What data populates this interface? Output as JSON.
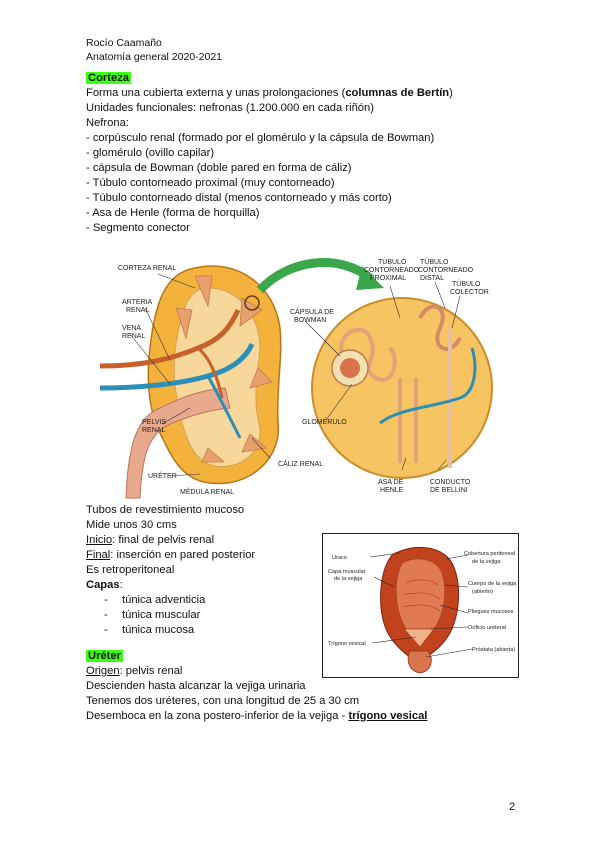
{
  "header": {
    "author": "Rocío Caamaño",
    "course": "Anatomía general 2020-2021"
  },
  "corteza": {
    "heading": "Corteza",
    "line1_a": "Forma una cubierta externa y unas prolongaciones (",
    "line1_b": "columnas de Bertín",
    "line1_c": ")",
    "line2": "Unidades funcionales: nefronas (1.200.000 en cada riñón)",
    "line3": "Nefrona:",
    "items": [
      "- corpúsculo renal (formado por el glomérulo y la cápsula de Bowman)",
      "- glomérulo (ovillo capilar)",
      "- cápsula de Bowman (doble pared en forma de cáliz)",
      "- Túbulo contorneado proximal (muy contorneado)",
      "- Túbulo contorneado distal (menos contorneado y más corto)",
      "- Asa de Henle (forma de horquilla)",
      "- Segmento conector"
    ]
  },
  "kidney_figure": {
    "corteza_renal": "CORTEZA RENAL",
    "arteria_1": "ARTERIA",
    "arteria_2": "RENAL",
    "vena_1": "VENA",
    "vena_2": "RENAL",
    "pelvis_1": "PELVIS",
    "pelvis_2": "RENAL",
    "ureter": "URÉTER",
    "medula": "MÉDULA RENAL",
    "caliz": "CÁLIZ RENAL",
    "capsula_1": "CÁPSULA DE",
    "capsula_2": "BOWMAN",
    "tcp_1": "TÚBULO",
    "tcp_2": "CONTORNEADO",
    "tcp_3": "PROXIMAL",
    "tcd_1": "TÚBULO",
    "tcd_2": "CONTORNEADO",
    "tcd_3": "DISTAL",
    "col_1": "TÚBULO",
    "col_2": "COLECTOR",
    "glomerulo": "GLOMÉRULO",
    "asa_1": "ASA DE",
    "asa_2": "HENLE",
    "conducto_1": "CONDUCTO",
    "conducto_2": "DE BELLINI"
  },
  "ureter_block": {
    "l1": "Tubos de revestimiento mucoso",
    "l2": "Mide unos 30 cms",
    "inicio_label": "Inicio",
    "inicio_text": ": final de pelvis renal",
    "final_label": "Final",
    "final_text": ": inserción en pared posterior",
    "l5": "Es retroperitoneal",
    "capas": "Capas",
    "capas_colon": ":",
    "layers": [
      "túnica adventicia",
      "túnica muscular",
      "túnica mucosa"
    ],
    "heading": "Uréter",
    "origen_label": "Origen",
    "origen_text": ": pelvis renal",
    "l9": "Descienden hasta alcanzar la vejiga urinaria",
    "l10": "Tenemos dos uréteres, con una longitud de 25 a 30 cm",
    "l11_a": "Desemboca en la zona postero-inferior de la vejiga - ",
    "l11_b": "trígono vesical"
  },
  "bladder_figure": {
    "uraco": "Uraco",
    "capa_1": "Capa muscular",
    "capa_2": "de la vejiga",
    "trigono": "Trígono vesical",
    "cobertura_1": "Cobertura peritoneal",
    "cobertura_2": "de la vejiga",
    "cuerpo_1": "Cuerpo de la vejiga",
    "cuerpo_2": "(abierto)",
    "pliegues": "Pliegues mucosos",
    "orificio": "Orificio ureteral",
    "prostata": "Próstata (abierta)"
  },
  "page_number": "2",
  "colors": {
    "highlight": "#39ff14",
    "kidney_cortex": "#f3b23c",
    "artery": "#c8602a",
    "vein": "#2b8fb8",
    "arrow": "#3aa84a"
  }
}
